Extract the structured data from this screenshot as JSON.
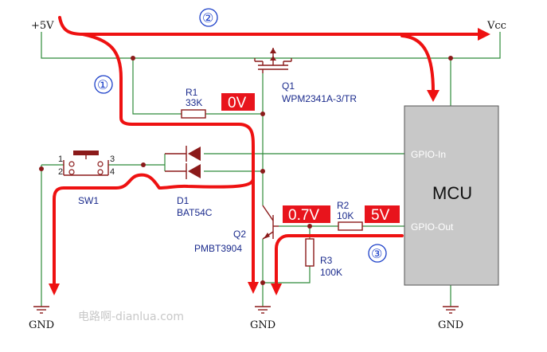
{
  "supply": {
    "left_label": "+5V",
    "right_label": "Vcc"
  },
  "ground_labels": [
    "GND",
    "GND",
    "GND"
  ],
  "components": {
    "q1": {
      "ref": "Q1",
      "part": "WPM2341A-3/TR"
    },
    "r1": {
      "ref": "R1",
      "value": "33K"
    },
    "sw1": {
      "ref": "SW1",
      "pins": [
        "1",
        "2",
        "3",
        "4"
      ]
    },
    "d1": {
      "ref": "D1",
      "part": "BAT54C"
    },
    "q2": {
      "ref": "Q2",
      "part": "PMBT3904"
    },
    "r2": {
      "ref": "R2",
      "value": "10K"
    },
    "r3": {
      "ref": "R3",
      "value": "100K"
    }
  },
  "mcu": {
    "label": "MCU",
    "gpio_in": "GPIO-In",
    "gpio_out": "GPIO-Out"
  },
  "voltage_tags": {
    "gate": "0V",
    "base": "0.7V",
    "gpio": "5V"
  },
  "current_paths": {
    "path1": "①",
    "path2": "②",
    "path3": "③"
  },
  "watermark": "电路啊-dianlua.com",
  "colors": {
    "wire": "#2e8b3a",
    "component": "#8b1a1a",
    "current_arrow": "#ee1111",
    "tag_bg": "#e8141c",
    "mcu_fill": "#c8c8c8"
  }
}
